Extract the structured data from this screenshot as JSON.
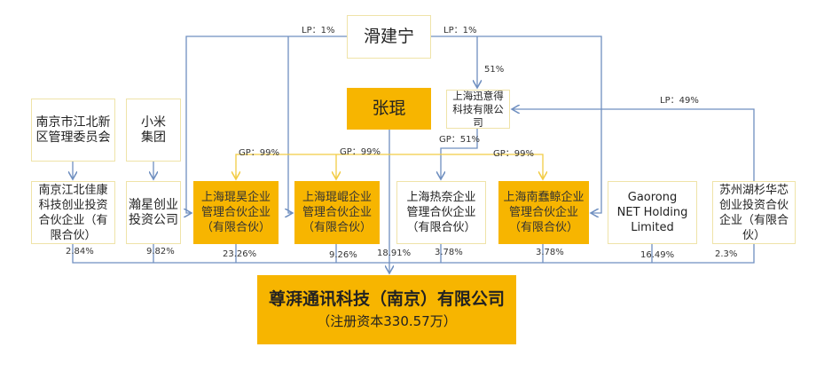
{
  "people": {
    "hua": "滑建宁",
    "zhang": "张琨"
  },
  "entities": {
    "xunyi": "上海迅意得科技有限公司",
    "jiangbei_committee": "南京市江北新区管理委员会",
    "xiaomi": "小米集团",
    "jiakang": "南京江北佳康科技创业投资合伙企业（有限合伙）",
    "hanxing": "瀚星创业投资公司",
    "kunhao": "上海琨昊企业管理合伙企业（有限合伙）",
    "kunkun": "上海琨崐企业管理合伙企业（有限合伙）",
    "renai": "上海热奈企业管理合伙企业（有限合伙）",
    "nanlujing": "上海南蠢鲸企业管理合伙企业（有限合伙）",
    "gaorong": "Gaorong NET Holding Limited",
    "suzhou": "苏州湖杉华芯创业投资合伙企业（有限合伙）"
  },
  "target": {
    "name": "尊湃通讯科技（南京）有限公司",
    "capital": "（注册资本330.57万）"
  },
  "edge_labels": {
    "lp1_left": "LP：1%",
    "lp1_right": "LP：1%",
    "xunyi_51": "51%",
    "lp49": "LP：49%",
    "gp99_a": "GP：99%",
    "gp99_b": "GP：99%",
    "gp51": "GP：51%",
    "gp99_c": "GP：99%"
  },
  "shares": {
    "jiakang": "2.84%",
    "hanxing": "9.82%",
    "kunhao": "23.26%",
    "kunkun": "9.26%",
    "zhang": "18.91%",
    "renai": "3.78%",
    "nanlujing": "3.78%",
    "gaorong": "16.49%",
    "suzhou": "2.3%"
  },
  "colors": {
    "accent": "#f7b500",
    "line_blue": "#6f8fc0",
    "line_yellow": "#f2cc45"
  }
}
